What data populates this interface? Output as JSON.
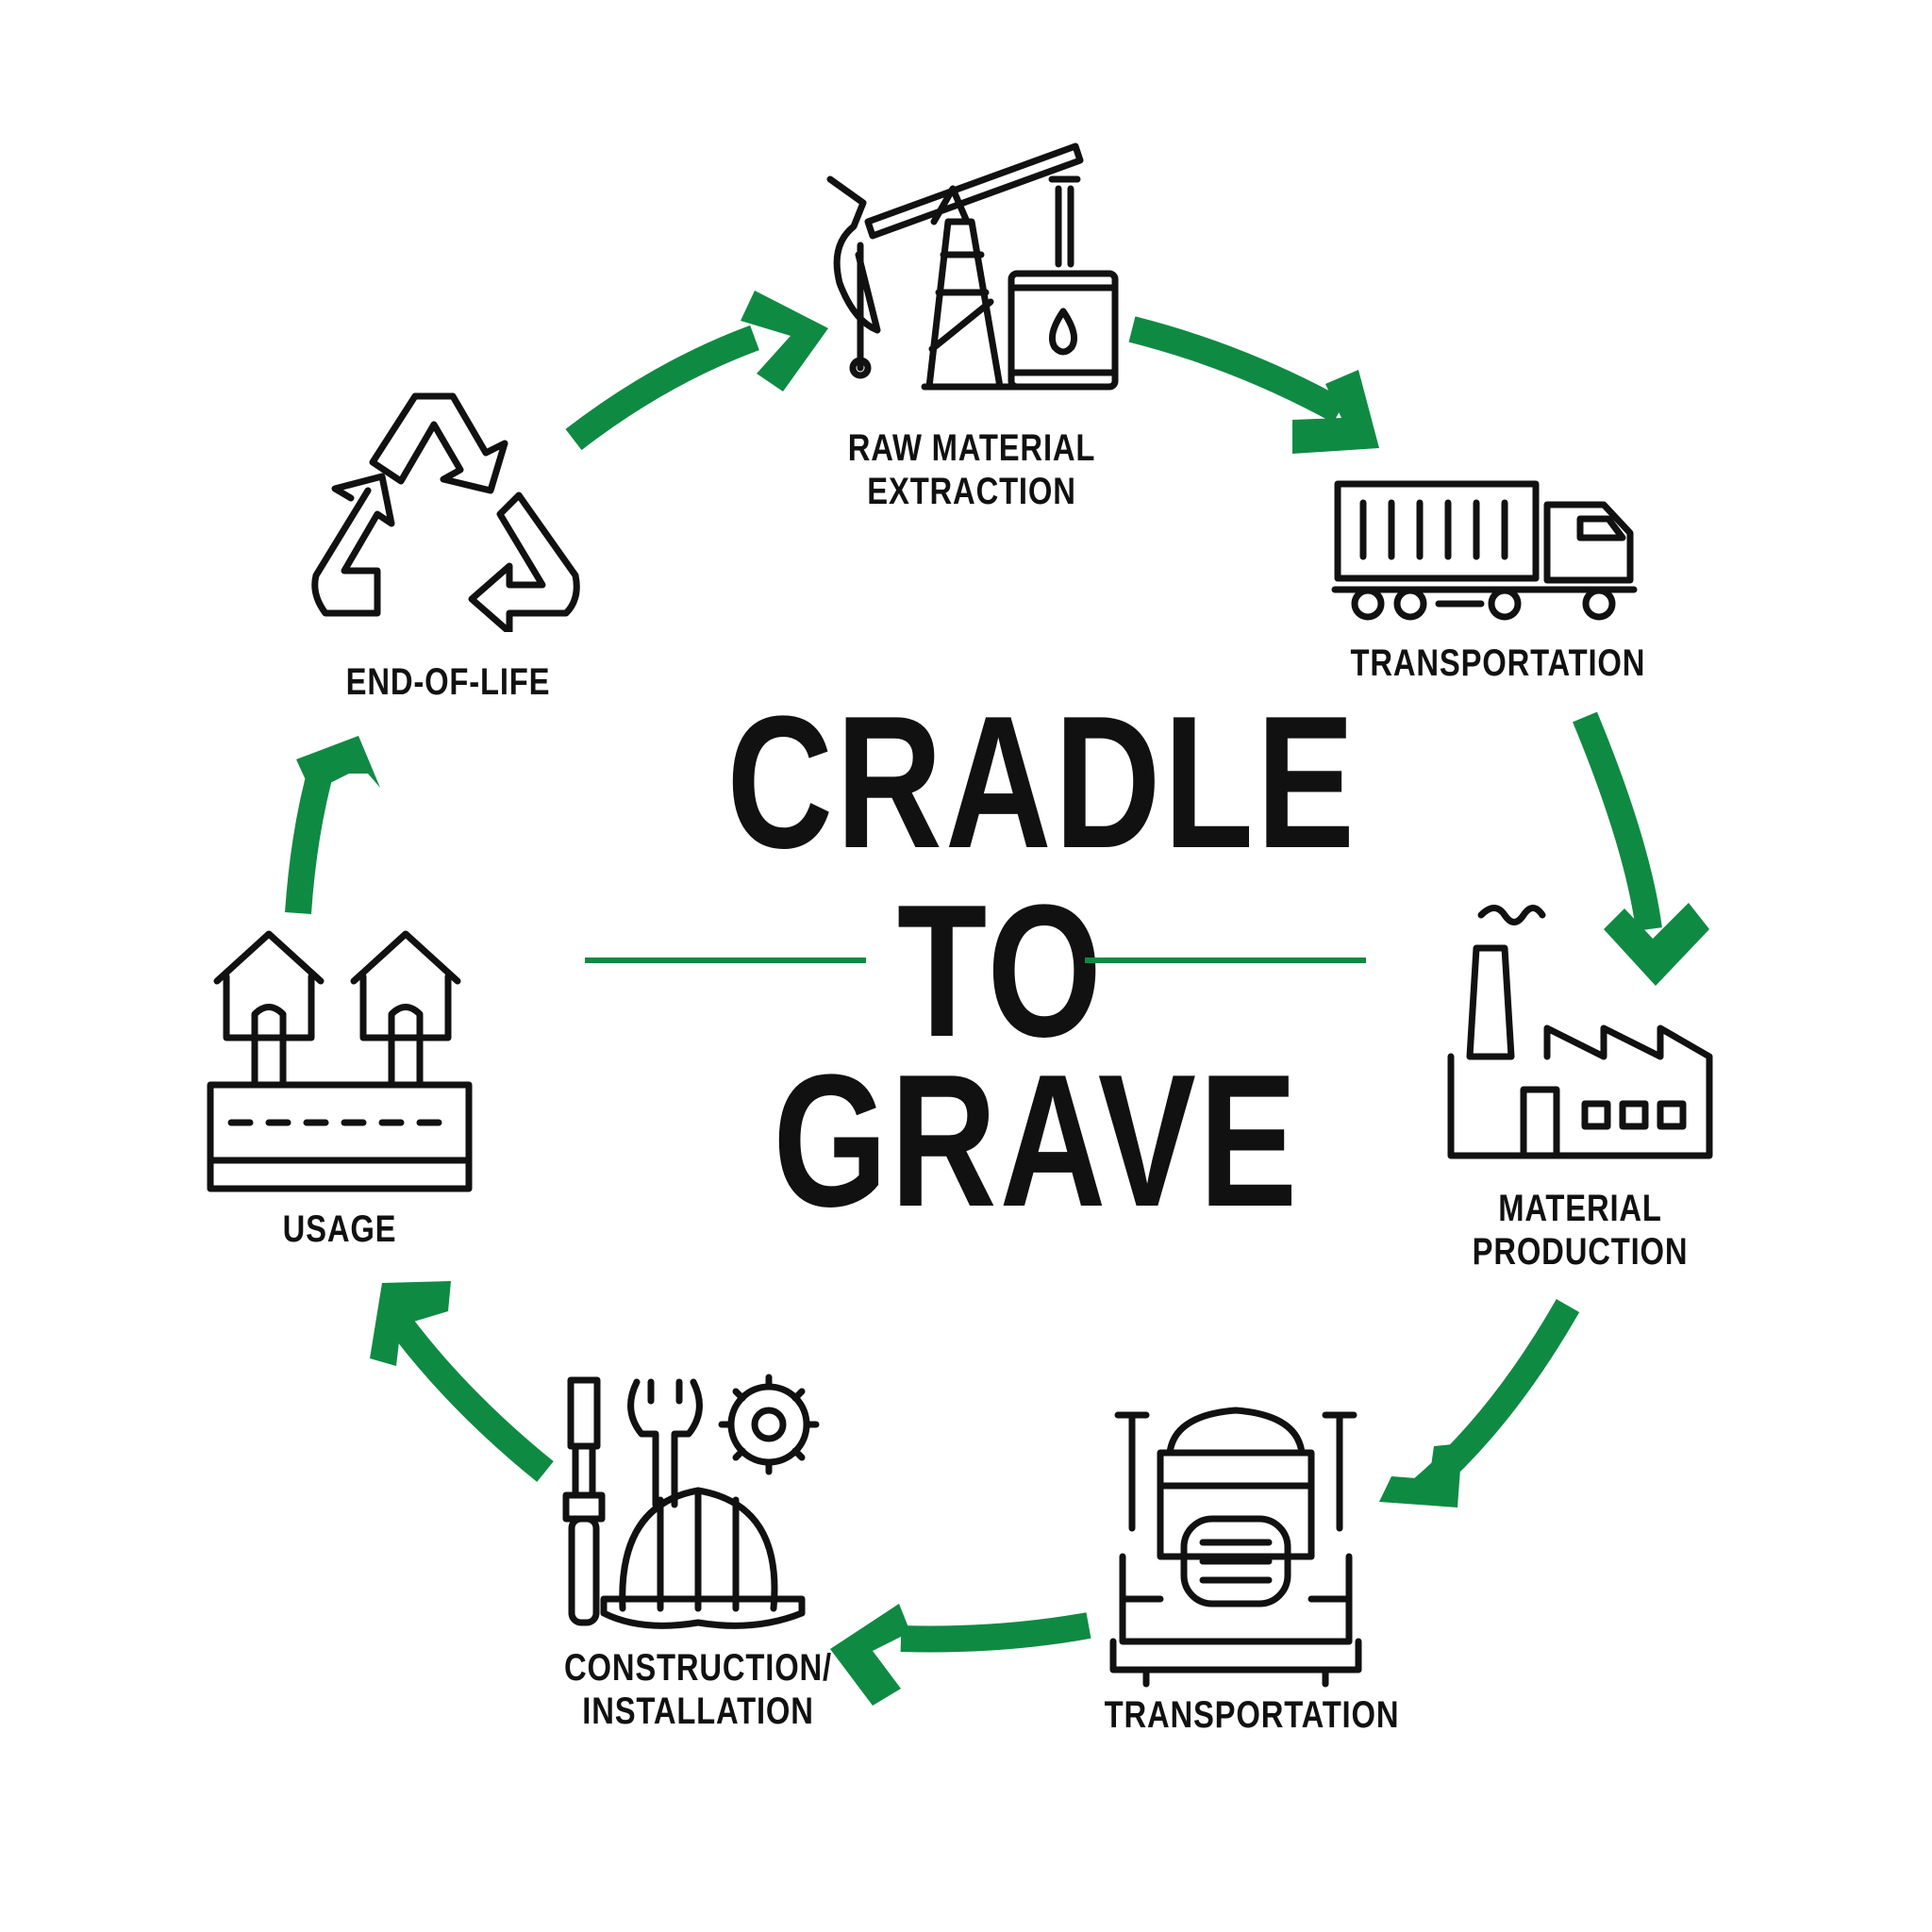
{
  "title": {
    "line1": "CRADLE",
    "line2": "TO",
    "line3": "GRAVE"
  },
  "accent_color": "#0f8a43",
  "text_color": "#111111",
  "stages": [
    {
      "label_line1": "RAW MATERIAL",
      "label_line2": "EXTRACTION",
      "icon": "oil-pumpjack-barrel-icon"
    },
    {
      "label_line1": "TRANSPORTATION",
      "label_line2": "",
      "icon": "container-truck-icon"
    },
    {
      "label_line1": "MATERIAL",
      "label_line2": "PRODUCTION",
      "icon": "factory-icon"
    },
    {
      "label_line1": "TRANSPORTATION",
      "label_line2": "",
      "icon": "semi-truck-front-icon"
    },
    {
      "label_line1": "CONSTRUCTION/",
      "label_line2": "INSTALLATION",
      "icon": "tools-hardhat-icon"
    },
    {
      "label_line1": "USAGE",
      "label_line2": "",
      "icon": "houses-road-icon"
    },
    {
      "label_line1": "END-OF-LIFE",
      "label_line2": "",
      "icon": "recycle-icon"
    }
  ]
}
